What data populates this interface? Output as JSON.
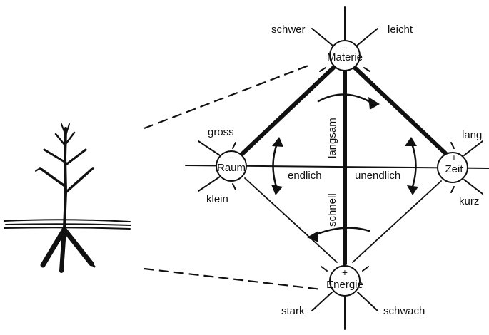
{
  "nodes": {
    "materie": {
      "label": "Materie",
      "sign": "−"
    },
    "raum": {
      "label": "Raum",
      "sign": "−"
    },
    "zeit": {
      "label": "Zeit",
      "sign": "+"
    },
    "energie": {
      "label": "Energie",
      "sign": "+"
    }
  },
  "spoke_labels": {
    "materie_left": "schwer",
    "materie_right": "leicht",
    "raum_top": "gross",
    "raum_bottom": "klein",
    "zeit_top": "lang",
    "zeit_bottom": "kurz",
    "energie_left": "stark",
    "energie_right": "schwach"
  },
  "axis_labels": {
    "left": "endlich",
    "right": "unendlich",
    "top": "langsam",
    "bottom": "schnell"
  },
  "colors": {
    "ink": "#111111",
    "paper": "#ffffff"
  },
  "icons": {
    "plant": "tree-with-roots-icon"
  }
}
